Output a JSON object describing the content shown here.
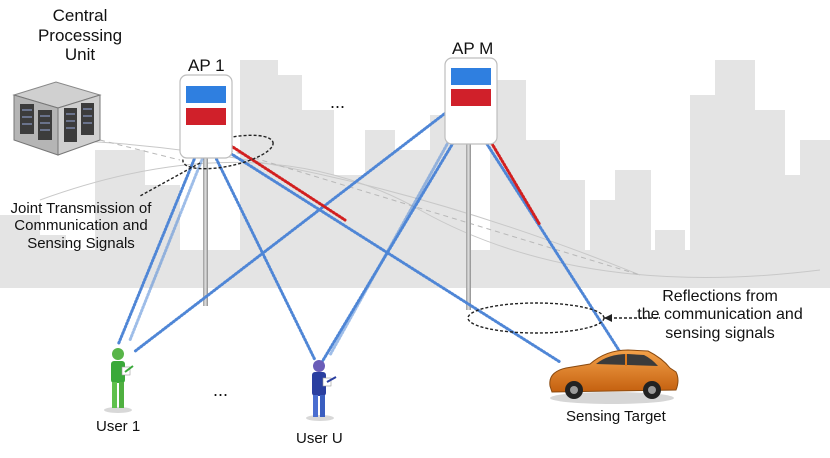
{
  "labels": {
    "cpu": [
      "Central",
      "Processing",
      "Unit"
    ],
    "ap1": "AP 1",
    "apm": "AP M",
    "ellipsis_ap": "...",
    "ellipsis_users": "...",
    "joint": [
      "Joint Transmission of",
      "Communication and",
      "Sensing Signals"
    ],
    "reflections": [
      "Reflections from",
      "the communication and",
      "sensing signals"
    ],
    "user1": "User 1",
    "userU": "User U",
    "target": "Sensing Target"
  },
  "colors": {
    "comm_link": "#4f86d6",
    "sensing_link": "#d21f1f",
    "ap_blue": "#2f7fe0",
    "ap_red": "#d0202a",
    "skyline": "#e2e2e2",
    "car": "#e07a1a",
    "user1": "#3aa93a",
    "userU": "#2a3fa0"
  },
  "icons": {
    "cpu": "server-rack-icon",
    "ap": "access-point-icon",
    "user": "person-icon",
    "target": "car-icon"
  }
}
